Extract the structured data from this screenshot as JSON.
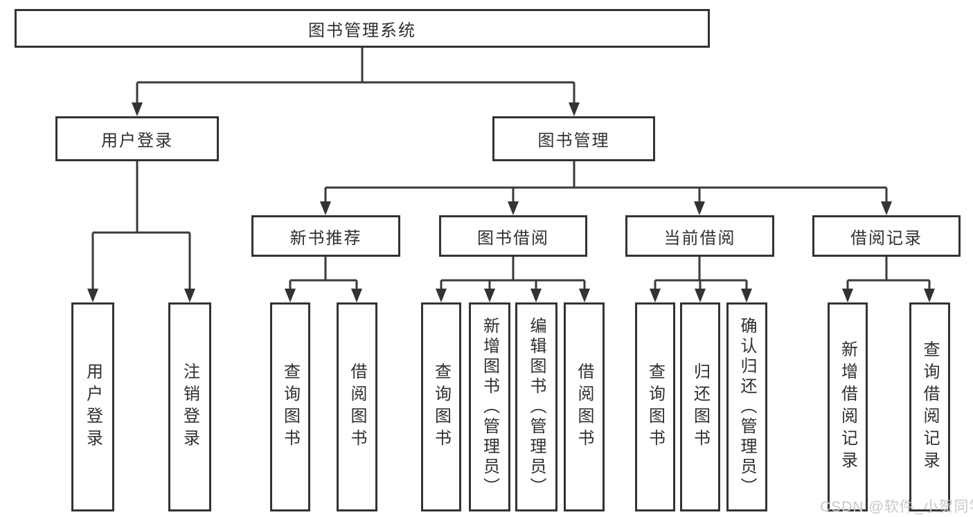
{
  "diagram": {
    "root": {
      "label": "图书管理系统"
    },
    "branches": [
      {
        "label": "用户登录",
        "children": [
          {
            "label": "用户登录"
          },
          {
            "label": "注销登录"
          }
        ]
      },
      {
        "label": "图书管理",
        "children": [
          {
            "label": "新书推荐",
            "children": [
              {
                "label": "查询图书"
              },
              {
                "label": "借阅图书"
              }
            ]
          },
          {
            "label": "图书借阅",
            "children": [
              {
                "label": "查询图书"
              },
              {
                "label": "新增图书（管理员）"
              },
              {
                "label": "编辑图书（管理员）"
              },
              {
                "label": "借阅图书"
              }
            ]
          },
          {
            "label": "当前借阅",
            "children": [
              {
                "label": "查询图书"
              },
              {
                "label": "归还图书"
              },
              {
                "label": "确认归还（管理员）"
              }
            ]
          },
          {
            "label": "借阅记录",
            "children": [
              {
                "label": "新增借阅记录"
              },
              {
                "label": "查询借阅记录"
              }
            ]
          }
        ]
      }
    ],
    "watermark": "CSDN @软件_小贺同学",
    "colors": {
      "line": "#3a3a3a",
      "border": "#333333",
      "text": "#2f2f2f",
      "watermark": "#c8c8c8",
      "background": "#ffffff"
    }
  }
}
